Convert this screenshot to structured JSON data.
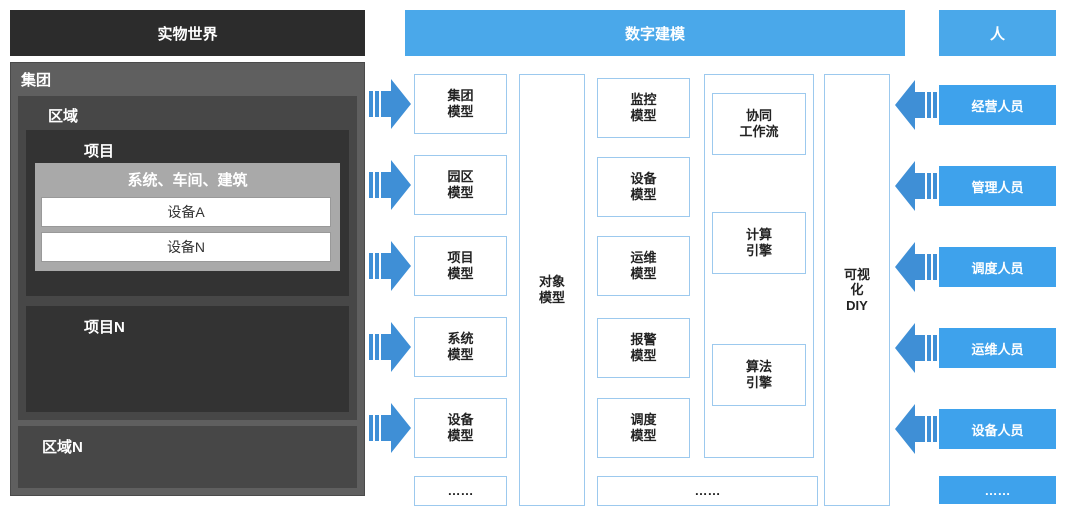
{
  "physical": {
    "title": "实物世界",
    "group": "集团",
    "region": "区域",
    "project": "项目",
    "systems": "系统、车间、建筑",
    "device_a": "设备A",
    "device_n": "设备N",
    "project_n": "项目N",
    "region_n": "区域N"
  },
  "digital": {
    "title": "数字建模",
    "models": [
      "集团\n模型",
      "园区\n模型",
      "项目\n模型",
      "系统\n模型",
      "设备\n模型"
    ],
    "models_more": "……",
    "object_model": "对象\n模型",
    "function_models": [
      "监控\n模型",
      "设备\n模型",
      "运维\n模型",
      "报警\n模型",
      "调度\n模型"
    ],
    "bottom_more": "……",
    "workflow": "协同\n工作流",
    "compute_engine": "计算\n引擎",
    "algorithm_engine": "算法\n引擎",
    "visual_diy": "可视\n化\nDIY"
  },
  "people": {
    "title": "人",
    "roles": [
      "经营人员",
      "管理人员",
      "调度人员",
      "运维人员",
      "设备人员"
    ],
    "more": "……"
  },
  "colors": {
    "dark_header": "#2c2c2c",
    "blue_header": "#4aa8ea",
    "person_blue": "#3ea2ec",
    "arrow_blue": "#3f8fd6"
  },
  "icons": [
    "right-arrow-icon",
    "left-arrow-icon"
  ]
}
